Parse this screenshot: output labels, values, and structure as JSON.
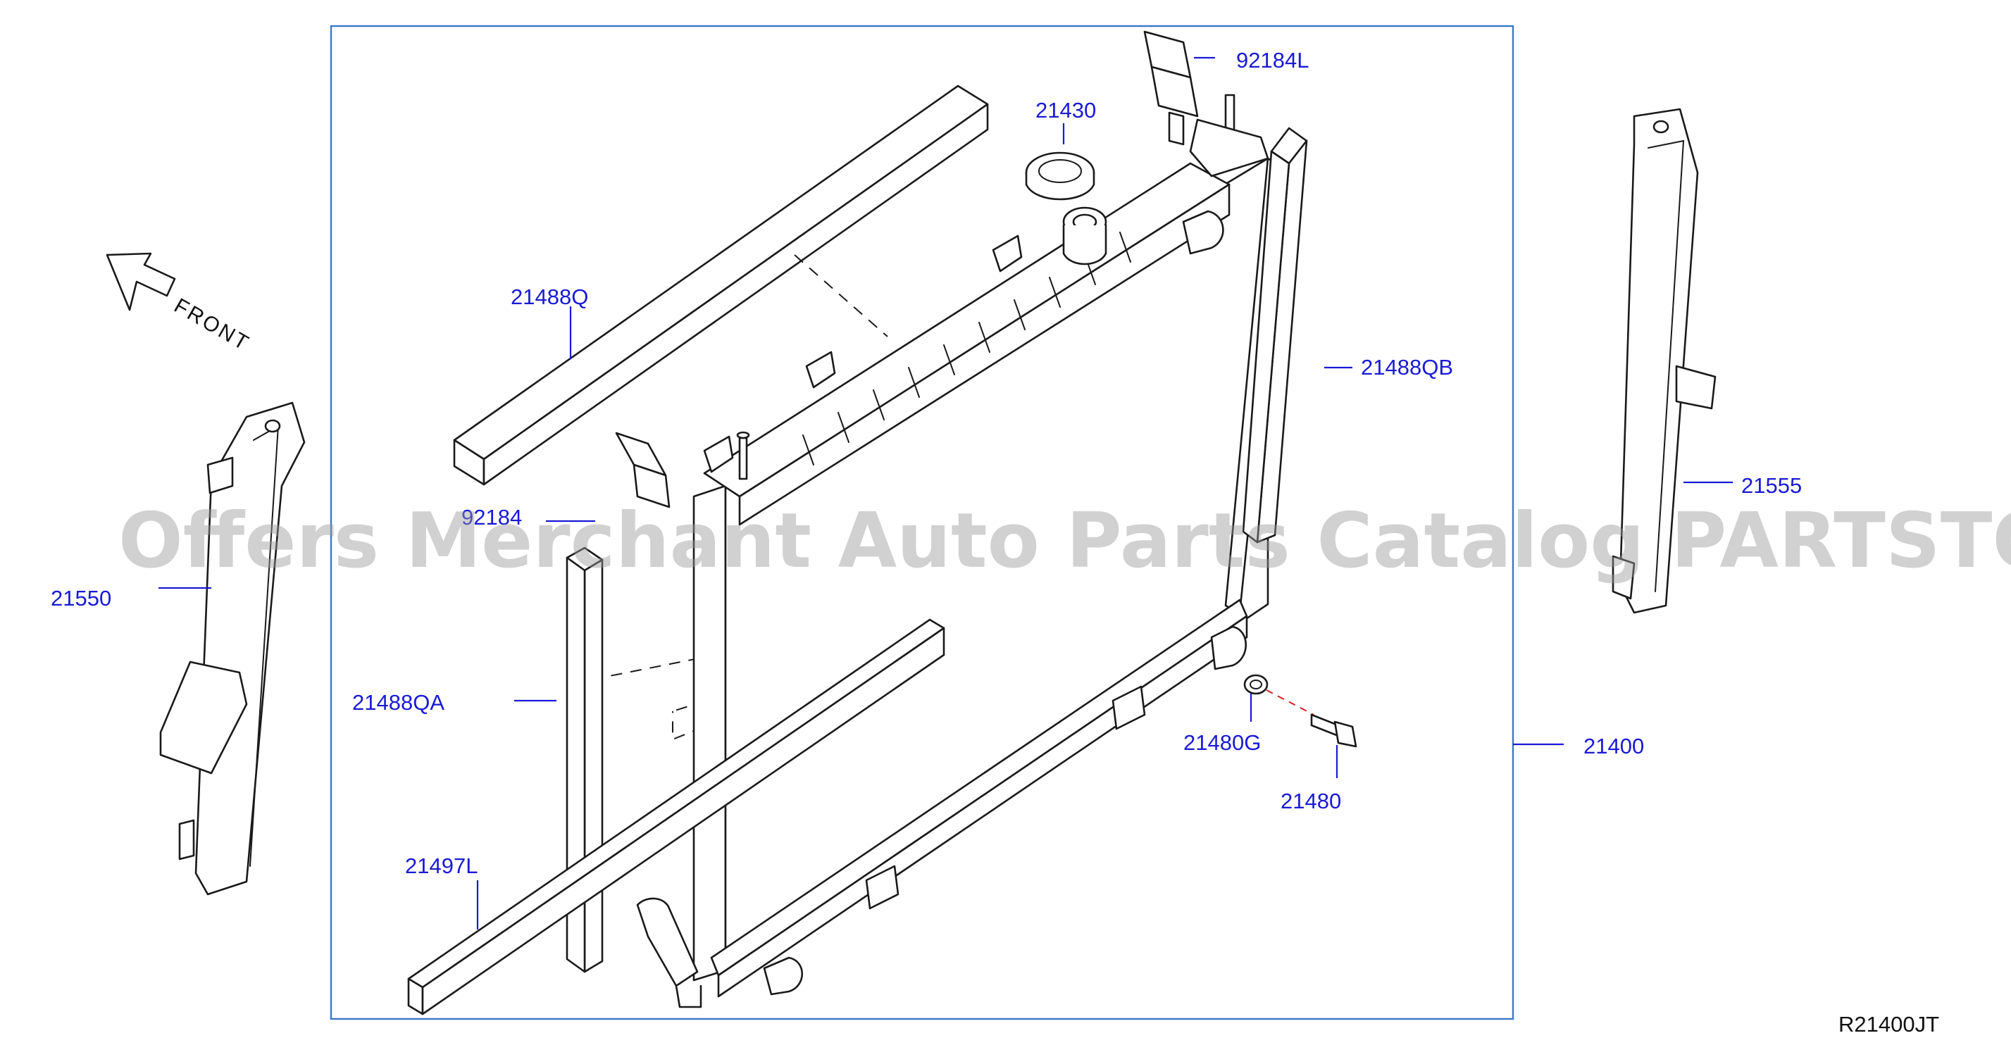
{
  "callouts": [
    {
      "id": "92184L",
      "label": "92184L"
    },
    {
      "id": "21430",
      "label": "21430"
    },
    {
      "id": "21488Q",
      "label": "21488Q"
    },
    {
      "id": "21488QB",
      "label": "21488QB"
    },
    {
      "id": "92184",
      "label": "92184"
    },
    {
      "id": "21550",
      "label": "21550"
    },
    {
      "id": "21555",
      "label": "21555"
    },
    {
      "id": "21488QA",
      "label": "21488QA"
    },
    {
      "id": "21400",
      "label": "21400"
    },
    {
      "id": "21480G",
      "label": "21480G"
    },
    {
      "id": "21480",
      "label": "21480"
    },
    {
      "id": "21497L",
      "label": "21497L"
    }
  ],
  "front_label": "FRONT",
  "reference_code": "R21400JT",
  "watermark": "Offers Merchant Auto Parts Catalog PARTSTORE.SA",
  "colors": {
    "callout": "#1a1ad6",
    "frame": "#3a78c8",
    "line": "#1a1a1a",
    "red_dash": "#d81e1e"
  }
}
